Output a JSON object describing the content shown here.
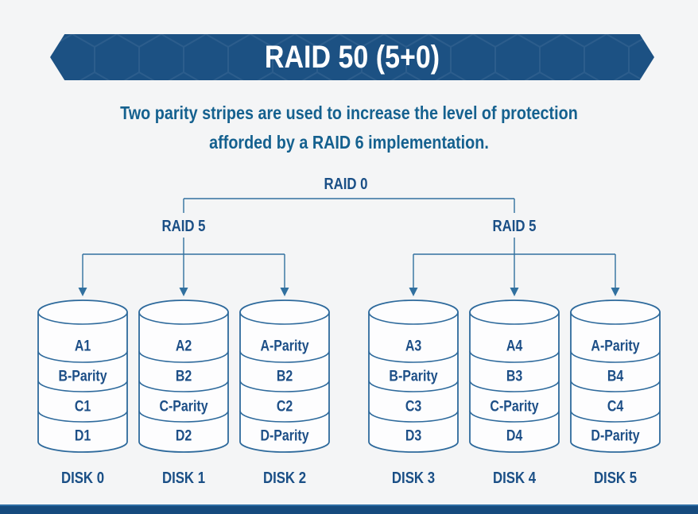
{
  "banner": {
    "title": "RAID 50 (5+0)"
  },
  "subtitle": {
    "lines": [
      "Two parity stripes are used to increase the level of protection",
      "afforded by a RAID 6 implementation."
    ]
  },
  "tree": {
    "root_label": "RAID 0",
    "groups": [
      {
        "label": "RAID 5"
      },
      {
        "label": "RAID 5"
      }
    ]
  },
  "disks": [
    {
      "label": "DISK 0",
      "stripes": [
        "A1",
        "B-Parity",
        "C1",
        "D1"
      ]
    },
    {
      "label": "DISK 1",
      "stripes": [
        "A2",
        "B2",
        "C-Parity",
        "D2"
      ]
    },
    {
      "label": "DISK 2",
      "stripes": [
        "A-Parity",
        "B2",
        "C2",
        "D-Parity"
      ]
    },
    {
      "label": "DISK 3",
      "stripes": [
        "A3",
        "B-Parity",
        "C3",
        "D3"
      ]
    },
    {
      "label": "DISK 4",
      "stripes": [
        "A4",
        "B3",
        "C-Parity",
        "D4"
      ]
    },
    {
      "label": "DISK 5",
      "stripes": [
        "A-Parity",
        "B4",
        "C4",
        "D-Parity"
      ]
    }
  ],
  "colors": {
    "background": "#f4f5f6",
    "banner_blue": "#1c5183",
    "title_text": "#ffffff",
    "subtitle_blue": "#15618f",
    "label_navy": "#1a4f86",
    "stripe_text": "#1d4f87",
    "line_blue": "#31709f",
    "cylinder_fill": "#fdfdfe",
    "footer_bar": "#164b7e"
  }
}
